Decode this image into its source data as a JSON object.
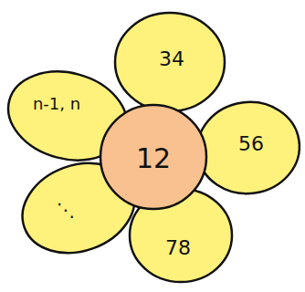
{
  "diagram": {
    "nodes": [
      {
        "text": [
          "34"
        ]
      },
      {
        "text": [
          "n-1, n"
        ]
      },
      {
        "text": [
          "56"
        ]
      },
      {
        "text": [
          "12"
        ]
      },
      {
        "text": [
          "⋱"
        ]
      },
      {
        "text": [
          "78"
        ]
      }
    ]
  }
}
